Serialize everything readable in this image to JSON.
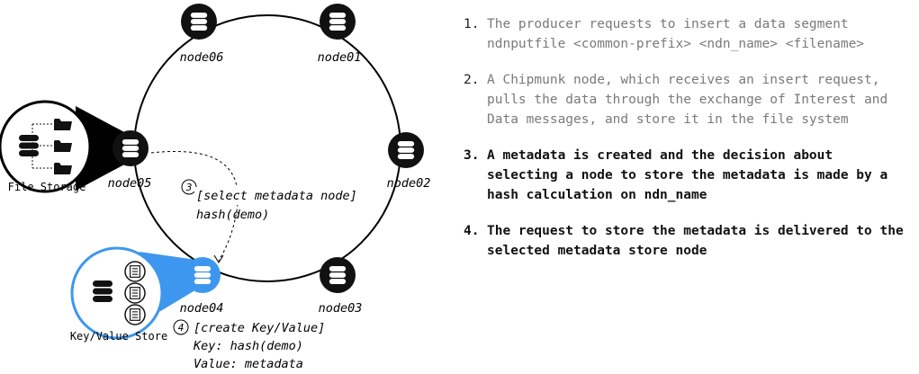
{
  "nodes": {
    "node06": "node06",
    "node01": "node01",
    "node02": "node02",
    "node03": "node03",
    "node04": "node04",
    "node05": "node05"
  },
  "callouts": {
    "file_storage": "File Storage",
    "kv_store": "Key/Value Store"
  },
  "annotations": {
    "select": {
      "number": "3",
      "line1": "[select metadata node]",
      "line2": "hash(demo)"
    },
    "create": {
      "number": "4",
      "line1": "[create Key/Value]",
      "line2": "Key: hash(demo)",
      "line3": "Value: metadata"
    }
  },
  "steps": [
    {
      "num": "1.",
      "text": "The producer requests to insert a data segment\nndnputfile <common-prefix> <ndn_name> <filename>",
      "style": "muted"
    },
    {
      "num": "2.",
      "text": "A Chipmunk node, which receives an insert request,\npulls the data through the exchange of Interest and\nData messages, and store it in the file system",
      "style": "muted"
    },
    {
      "num": "3.",
      "text": "A metadata is created and the decision about\nselecting a node to store the metadata is made by a\nhash calculation on ndn_name",
      "style": "bold"
    },
    {
      "num": "4.",
      "text": "The request to store the metadata is delivered to the\nselected metadata store node",
      "style": "bold"
    }
  ],
  "colors": {
    "node": "#111111",
    "highlight": "#3d97ee",
    "muted_text": "#7a7a7a"
  }
}
